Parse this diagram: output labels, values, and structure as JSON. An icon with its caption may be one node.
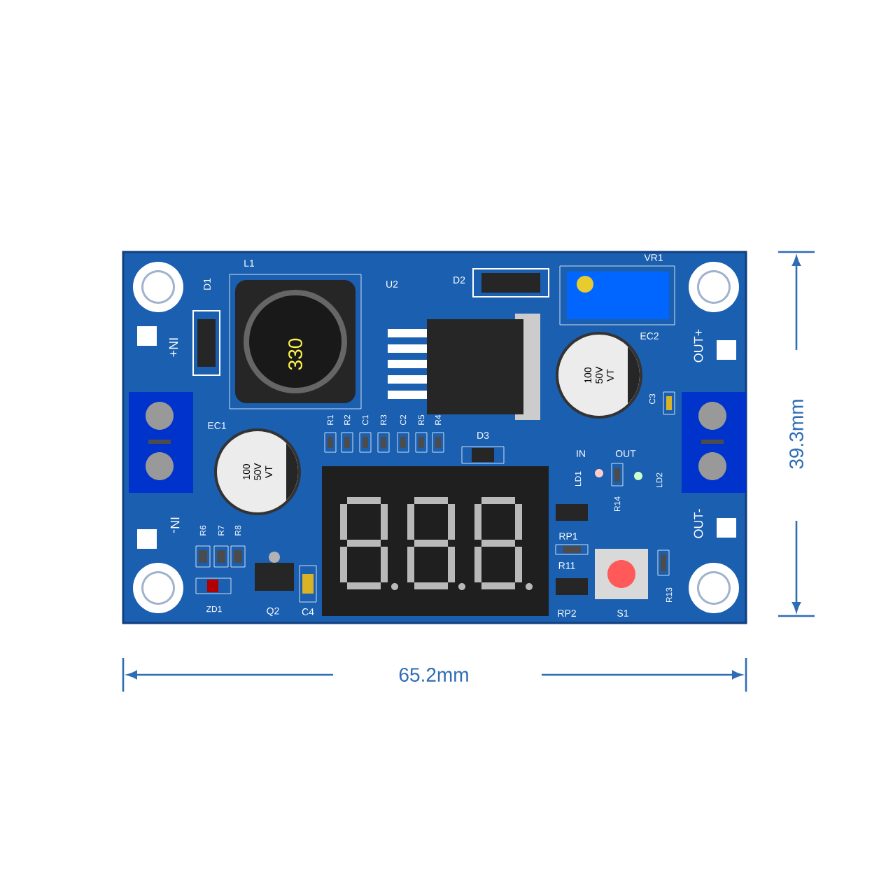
{
  "diagram": {
    "labels": [
      "D1",
      "L1",
      "U2",
      "D2",
      "VR1",
      "IN+",
      "330",
      "EC2",
      "OUT+",
      "100 50V VT",
      "C3",
      "EC1",
      "R1",
      "R2",
      "C1",
      "R3",
      "C2",
      "R5",
      "R4",
      "D3",
      "IN",
      "OUT",
      "LD1",
      "R14",
      "LD2",
      "100 50V VT",
      "IN-",
      "OUT-",
      "R6",
      "R7",
      "R8",
      "RP1",
      "R11",
      "RP2",
      "S1",
      "R13",
      "ZD1",
      "Q2",
      "C4",
      "65.2mm",
      "39.3mm"
    ]
  }
}
